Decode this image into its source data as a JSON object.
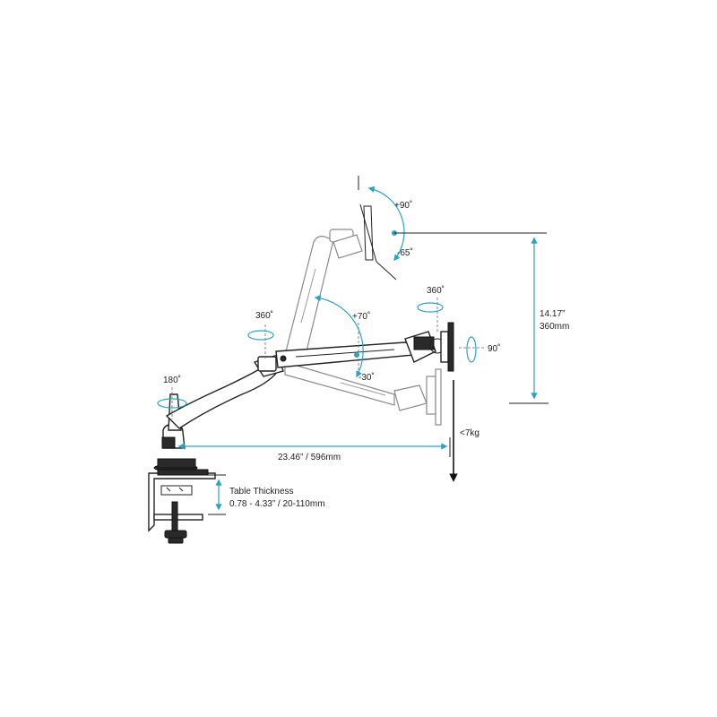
{
  "accent_color": "#2aa3c4",
  "labels": {
    "base_rotation": "180˚",
    "arm_rotation": "360˚",
    "tilt_up": "+90˚",
    "tilt_down": "-65˚",
    "arm_up": "+70˚",
    "arm_down": "-30˚",
    "vesa_rotation": "360˚",
    "swivel": "90˚",
    "height_range": "14.17”",
    "height_range_mm": "360mm",
    "reach": "23.46” / 596mm",
    "weight": "<7kg",
    "table_thickness_title": "Table Thickness",
    "table_thickness_value": "0.78 - 4.33” / 20-110mm"
  }
}
